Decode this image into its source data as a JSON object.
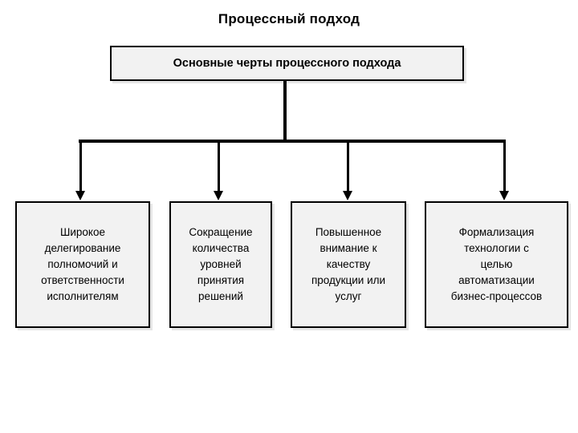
{
  "title": "Процессный подход",
  "root": {
    "label": "Основные черты процессного подхода"
  },
  "leaves": [
    {
      "label": "Широкое\nделегирование\nполномочий и\nответственности\nисполнителям"
    },
    {
      "label": "Сокращение\nколичества\nуровней\nпринятия\nрешений"
    },
    {
      "label": "Повышенное\nвнимание к\nкачеству\nпродукции или\nуслуг"
    },
    {
      "label": "Формализация\nтехнологии с\nцелью\nавтоматизации\nбизнес-процессов"
    }
  ],
  "style": {
    "box_fill": "#f2f2f2",
    "box_border": "#000000",
    "line_color": "#000000",
    "text_color": "#000000",
    "background": "#ffffff"
  }
}
